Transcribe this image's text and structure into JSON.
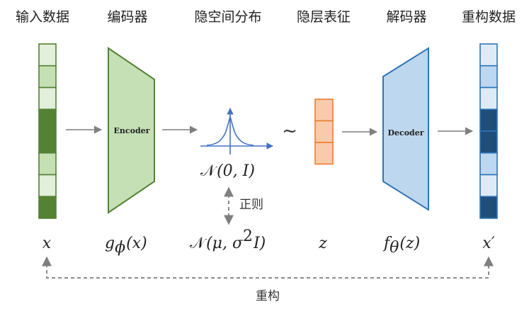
{
  "headers": {
    "input": "输入数据",
    "encoder": "编码器",
    "latent_space": "隐空间分布",
    "latent_repr": "隐层表征",
    "decoder": "解码器",
    "reconstructed": "重构数据"
  },
  "blocks": {
    "encoder_label": "Encoder",
    "decoder_label": "Decoder"
  },
  "math": {
    "x": "x",
    "g_base": "g",
    "g_sub": "ϕ",
    "g_arg": "(x)",
    "prior_N": "𝒩",
    "prior_args": "(0, I)",
    "post_N": "𝒩",
    "post_open": "(μ, σ",
    "post_sup": "2",
    "post_close": "I)",
    "z": "z",
    "f_base": "f",
    "f_sub": "θ",
    "f_arg": "(z)",
    "x_prime": "x′",
    "tilde": "~"
  },
  "annotations": {
    "regularization": "正则",
    "reconstruction": "重构"
  },
  "colors": {
    "green_light": "#e2efda",
    "green_mid": "#c5e0b4",
    "green_dark": "#548235",
    "blue_light": "#deebf7",
    "blue_mid": "#bdd7ee",
    "blue_dark": "#1f4e79",
    "orange": "#f8cbad",
    "orange_border": "#ed7d31",
    "arrow_gray": "#7f7f7f"
  },
  "input_cells": [
    "light",
    "mid",
    "light",
    "dark",
    "dark",
    "mid",
    "light",
    "dark"
  ],
  "output_cells": [
    "light",
    "mid",
    "light",
    "dark",
    "dark",
    "mid",
    "light",
    "dark"
  ],
  "latent_cells": 3
}
